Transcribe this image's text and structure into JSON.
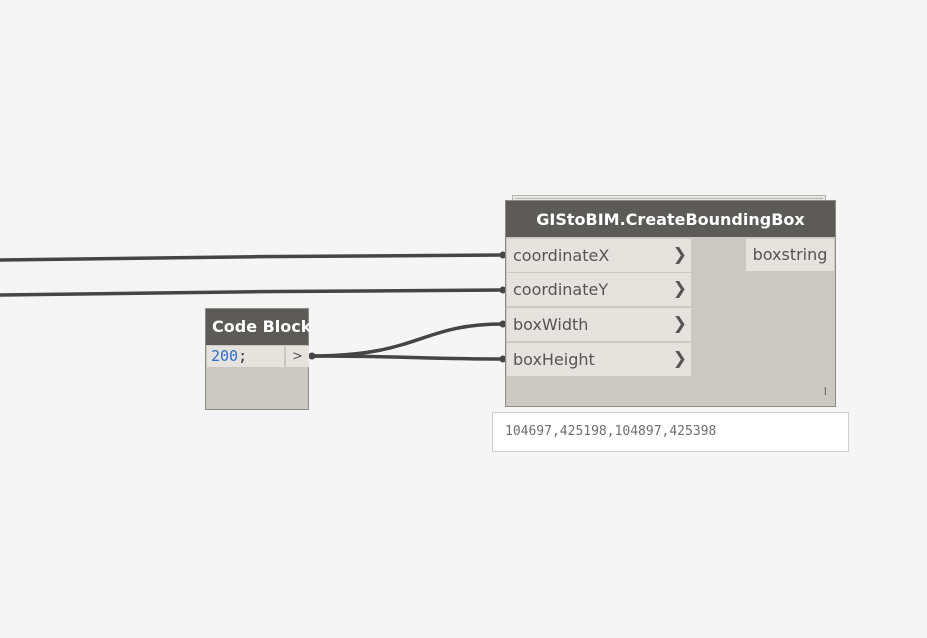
{
  "code_block": {
    "title": "Code Block",
    "value": "200",
    "terminator": ";",
    "output_glyph": ">"
  },
  "node": {
    "title": "GIStoBIM.CreateBoundingBox",
    "inputs": [
      {
        "label": "coordinateX"
      },
      {
        "label": "coordinateY"
      },
      {
        "label": "boxWidth"
      },
      {
        "label": "boxHeight"
      }
    ],
    "output": "boxstring",
    "lacing": "I"
  },
  "preview": {
    "value": "104697,425198,104897,425398"
  },
  "colors": {
    "canvas": "#f5f5f5",
    "node_header": "#5d5b58",
    "node_body": "#ccc8c2",
    "port": "#e6e3de",
    "wire": "#454545",
    "code_number": "#2a6fd0"
  }
}
